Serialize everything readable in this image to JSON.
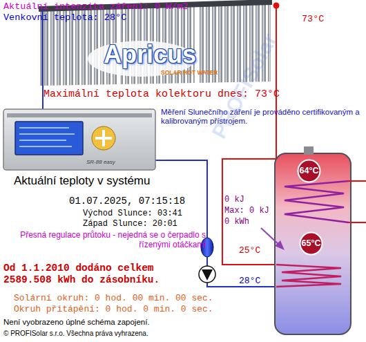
{
  "diagram": {
    "title": "Aktuální teploty v systému",
    "nodes": [
      {
        "text": [
          "Apricus",
          "SOLAR HOT WATER"
        ]
      },
      {
        "text": [
          "SR-88 easy"
        ]
      },
      {
        "text": [
          "64°C"
        ]
      },
      {
        "text": [
          "65°C"
        ]
      }
    ],
    "labels": [
      "Aktuální intenzita záření: 0 W/m2",
      "Venkovní teplota: 28°C",
      "73°C",
      "Maximální teplota kolektoru dnes: 73°C",
      "Měření Slunečního záření je prováděno certifikovaným a kalibrovaným přístrojem.",
      "01.07.2025, 07:15:18",
      "Východ Slunce: 03:41",
      "Západ Slunce: 20:01",
      "0 kJ",
      "Max: 0 kJ",
      "0 kWh",
      "Přesná regulace průtoku - nejedná se o čerpadlo s řízenými otáčkami",
      "25°C",
      "28°C",
      "Od 1.1.2010 dodáno celkem 2589.508 kWh do zásobníku.",
      "Solární okruh: 0 hod. 00 min. 00 sec.",
      "Okruh přitápění: 0 hod. 0 min. 0 sec.",
      "Není vyobrazeno úplné schéma zapojení.",
      "© PROFISolar s.r.o. Všechna práva vyhrazena.",
      "PROFISolar"
    ]
  }
}
